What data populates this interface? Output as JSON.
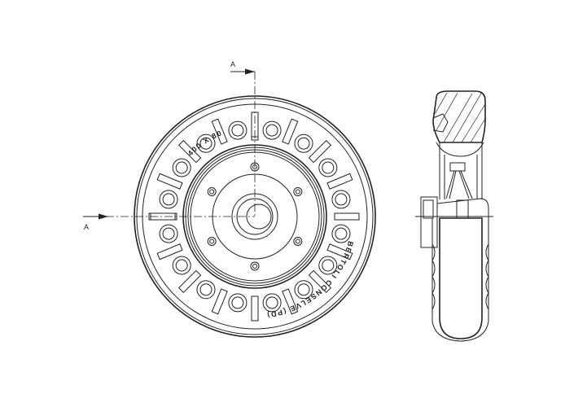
{
  "drawing": {
    "section_label_top": "A",
    "section_label_left": "A",
    "size_marking": "400 X 80",
    "maker_marking": "BERTOLI CONSELVE (PD)",
    "hole_count": 16,
    "slot_count": 16,
    "bolt_count": 6
  }
}
